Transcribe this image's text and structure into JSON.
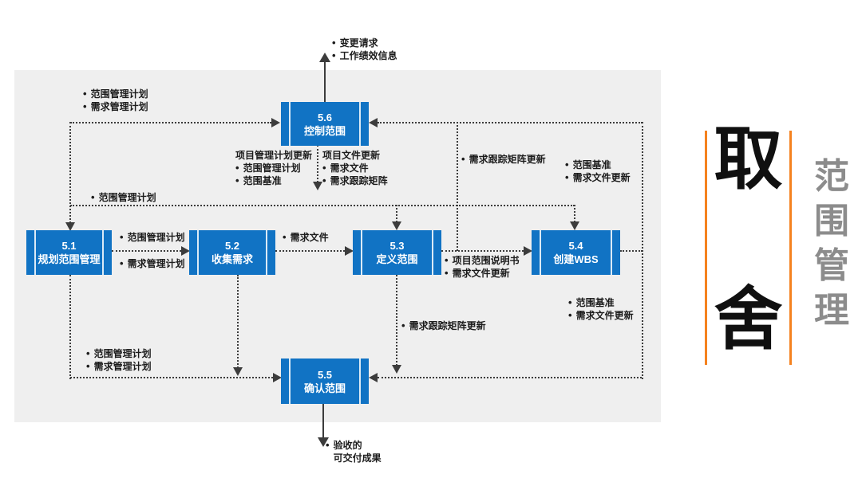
{
  "slide": {
    "background": "#FFFFFF",
    "panel_color": "#EFEFEF"
  },
  "diagram": {
    "process_fill": "#1173C4",
    "connector_color": "#3C3C3C",
    "processes": [
      {
        "id": "5.1",
        "name": "规划范围管理"
      },
      {
        "id": "5.2",
        "name": "收集需求"
      },
      {
        "id": "5.3",
        "name": "定义范围"
      },
      {
        "id": "5.4",
        "name": "创建WBS"
      },
      {
        "id": "5.5",
        "name": "确认范围"
      },
      {
        "id": "5.6",
        "name": "控制范围"
      }
    ],
    "annotations": {
      "change_requests": [
        "变更请求",
        "工作绩效信息"
      ],
      "plans_top": [
        "范围管理计划",
        "需求管理计划"
      ],
      "pm_plan_updates": {
        "header": "项目管理计划更新",
        "items": [
          "范围管理计划",
          "范围基准"
        ]
      },
      "doc_updates": {
        "header": "项目文件更新",
        "items": [
          "需求文件",
          "需求跟踪矩阵"
        ]
      },
      "scope_plan_mid": "范围管理计划",
      "rtm_update_top": "需求跟踪矩阵更新",
      "baseline_top_right": [
        "范围基准",
        "需求文件更新"
      ],
      "plans_51_52": [
        "范围管理计划",
        "需求管理计划"
      ],
      "req_docs": "需求文件",
      "scope_statement": [
        "项目范围说明书",
        "需求文件更新"
      ],
      "baseline_below_54": [
        "范围基准",
        "需求文件更新"
      ],
      "rtm_update_bottom": "需求跟踪矩阵更新",
      "plans_bottom": [
        "范围管理计划",
        "需求管理计划"
      ],
      "accepted_deliverables": [
        "验收的",
        "可交付成果"
      ]
    }
  },
  "right_title": {
    "main_chars": [
      "取",
      "舍"
    ],
    "side_chars": [
      "范",
      "围",
      "管",
      "理"
    ],
    "accent_color": "#F5821F",
    "main_color": "#101010",
    "side_color": "#8C8C8C"
  }
}
